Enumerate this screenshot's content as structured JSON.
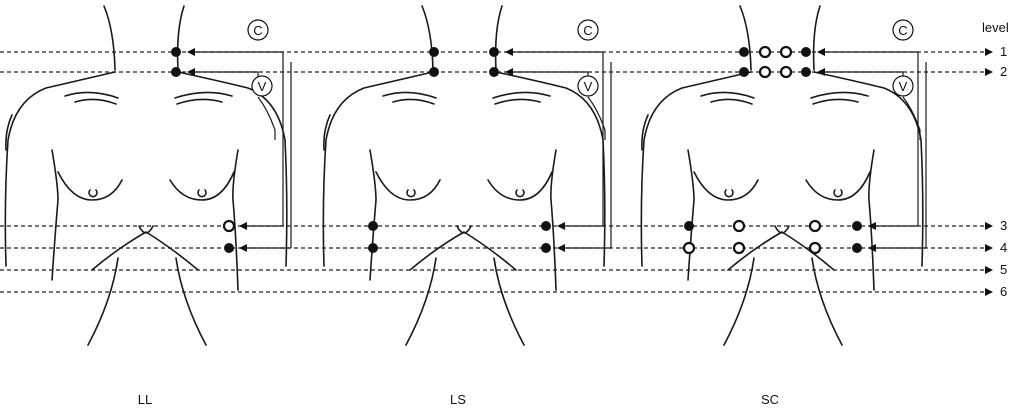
{
  "header": {
    "level_label": "level"
  },
  "levels": [
    {
      "label": "1",
      "arrow": true
    },
    {
      "label": "2",
      "arrow": true
    },
    {
      "label": "3",
      "arrow": true
    },
    {
      "label": "4",
      "arrow": true
    },
    {
      "label": "5",
      "arrow": true
    },
    {
      "label": "6",
      "arrow": true
    }
  ],
  "panels": [
    {
      "id": "ll",
      "caption": "LL",
      "current_symbol": "C",
      "voltage_symbol": "V"
    },
    {
      "id": "ls",
      "caption": "LS",
      "current_symbol": "C",
      "voltage_symbol": "V"
    },
    {
      "id": "sc",
      "caption": "SC",
      "current_symbol": "C",
      "voltage_symbol": "V"
    }
  ],
  "colors": {
    "ink": "#111111",
    "background": "#ffffff"
  }
}
